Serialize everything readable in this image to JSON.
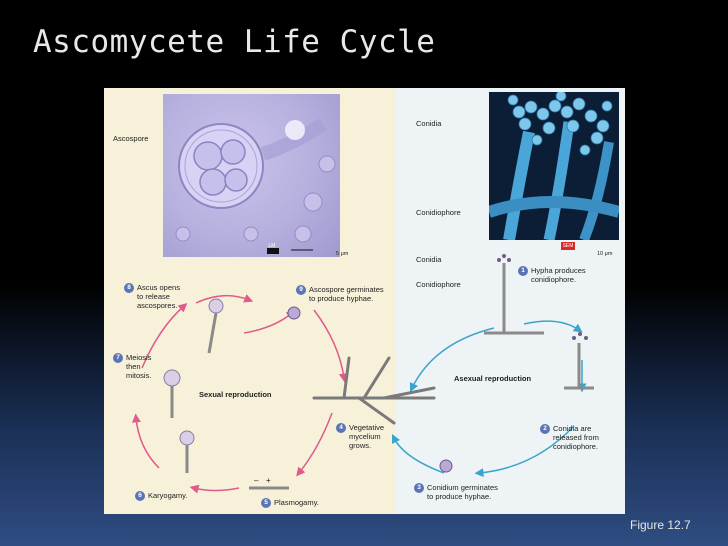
{
  "slide": {
    "title": "Ascomycete Life Cycle",
    "caption": "Figure 12.7"
  },
  "figure": {
    "photo_labels": {
      "ascospore": "Ascospore",
      "lm_tag": "LM",
      "lm_scale": "5 μm",
      "conidia": "Conidia",
      "conidiophore": "Conidiophore",
      "sem_tag": "SEM",
      "sem_scale": "10 μm"
    },
    "diagram_labels": {
      "conidia": "Conidia",
      "conidiophore": "Conidiophore",
      "sexual": "Sexual reproduction",
      "asexual": "Asexual reproduction"
    },
    "steps": [
      {
        "num": "1",
        "text": "Hypha produces\nconidiophore."
      },
      {
        "num": "2",
        "text": "Conidia are\nreleased from\nconidiophore."
      },
      {
        "num": "3",
        "text": "Conidium germinates\nto produce hyphae."
      },
      {
        "num": "4",
        "text": "Vegetative\nmycelium\ngrows."
      },
      {
        "num": "5",
        "text": "Plasmogamy."
      },
      {
        "num": "6",
        "text": "Karyogamy."
      },
      {
        "num": "7",
        "text": "Meiosis\nthen\nmitosis."
      },
      {
        "num": "8",
        "text": "Ascus opens\nto release\nascospores."
      },
      {
        "num": "9",
        "text": "Ascospore germinates\nto produce hyphae."
      }
    ],
    "colors": {
      "arrow_sexual": "#e05a8a",
      "arrow_asexual": "#3aa5cc",
      "step_badge": "#5a74b6"
    }
  }
}
